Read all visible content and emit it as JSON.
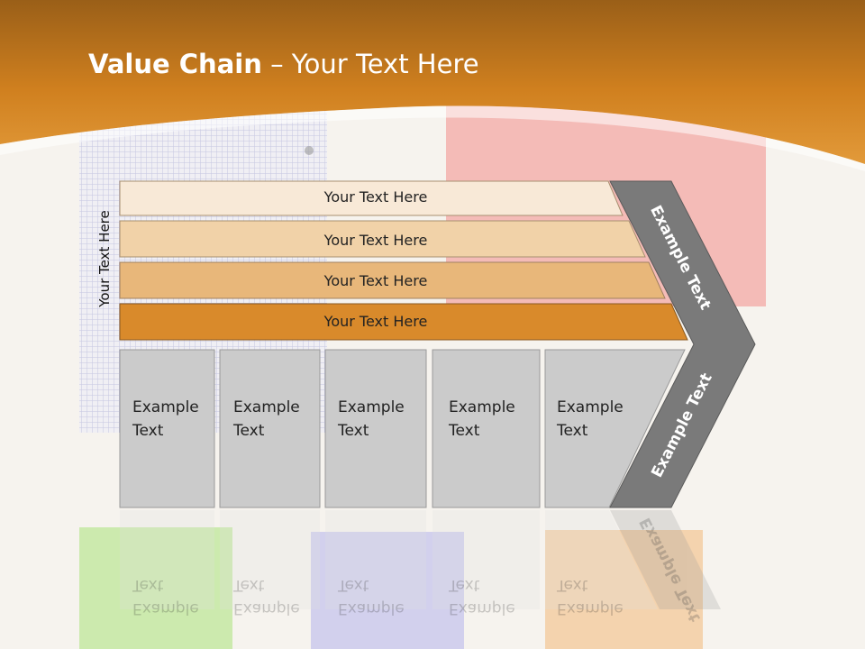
{
  "slide": {
    "title_bold": "Value Chain",
    "title_rest": " – Your Text Here",
    "side_label": "Your Text Here"
  },
  "bars": [
    {
      "label": "Your Text Here",
      "color": "#f8e9d7"
    },
    {
      "label": "Your Text Here",
      "color": "#f1d2a8"
    },
    {
      "label": "Your Text Here",
      "color": "#e8b77a"
    },
    {
      "label": "Your Text Here",
      "color": "#d98a2b"
    }
  ],
  "boxes": [
    {
      "line1": "Example",
      "line2": "Text"
    },
    {
      "line1": "Example",
      "line2": "Text"
    },
    {
      "line1": "Example",
      "line2": "Text"
    },
    {
      "line1": "Example",
      "line2": "Text"
    },
    {
      "line1": "Example",
      "line2": "Text"
    }
  ],
  "chevron": {
    "upper_text": "Example Text",
    "lower_text": "Example Text",
    "color": "#7a7a7a"
  },
  "colors": {
    "header": "#cf7f1f",
    "box_fill": "#cbcbcb"
  }
}
